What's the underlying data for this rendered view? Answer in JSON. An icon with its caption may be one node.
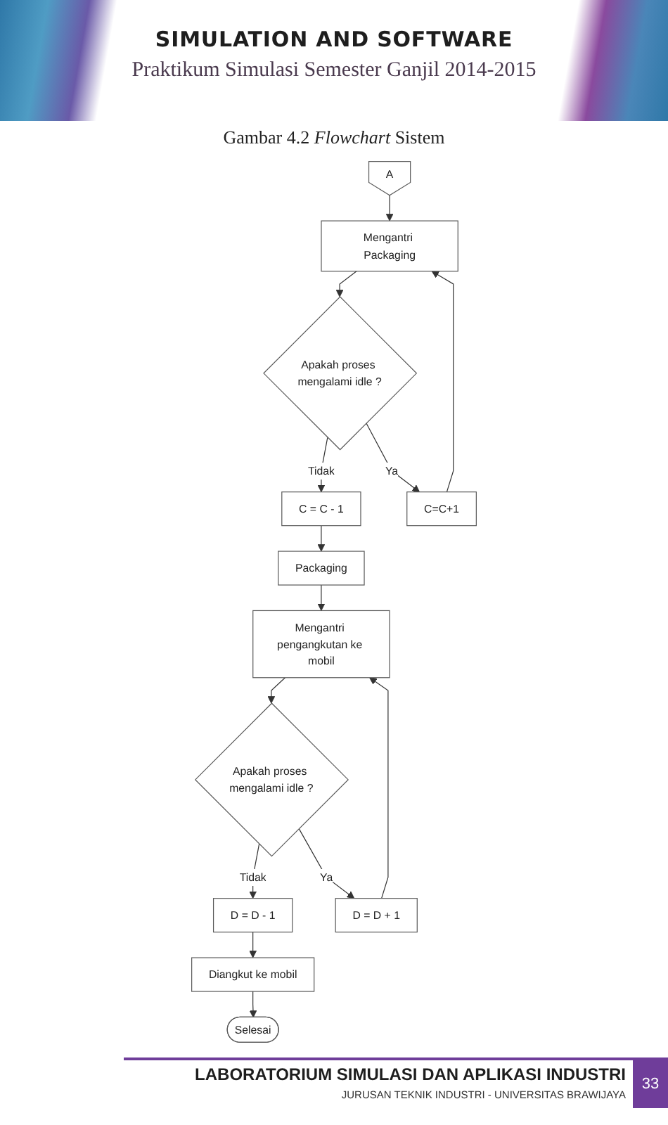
{
  "diagram": {
    "title": "Gambar 4.2 *Flowchart* Sistem",
    "nodes": [
      {
        "text": [
          "A"
        ]
      },
      {
        "text": [
          "Mengantri Packaging"
        ]
      },
      {
        "text": [
          "Apakah proses mengalami idle ?"
        ]
      },
      {
        "text": [
          "C=C+1"
        ]
      },
      {
        "text": [
          "C = C - 1"
        ]
      },
      {
        "text": [
          "Packaging"
        ]
      },
      {
        "text": [
          "Mengantri pengangkutan ke mobil"
        ]
      },
      {
        "text": [
          "Apakah proses mengalami idle ?"
        ]
      },
      {
        "text": [
          "D = D + 1"
        ]
      },
      {
        "text": [
          "D = D - 1"
        ]
      },
      {
        "text": [
          "Diangkut ke mobil"
        ]
      },
      {
        "text": [
          "Selesai"
        ]
      }
    ],
    "edges": [
      {
        "from": 0,
        "to": 1,
        "arrow": "to"
      },
      {
        "from": 1,
        "to": 2,
        "arrow": "to"
      },
      {
        "from": 2,
        "to": 4,
        "arrow": "to",
        "label": "Tidak"
      },
      {
        "from": 2,
        "to": 3,
        "arrow": "to",
        "label": "Ya"
      },
      {
        "from": 3,
        "to": 1,
        "arrow": "to"
      },
      {
        "from": 4,
        "to": 5,
        "arrow": "to"
      },
      {
        "from": 5,
        "to": 6,
        "arrow": "to"
      },
      {
        "from": 6,
        "to": 7,
        "arrow": "to"
      },
      {
        "from": 7,
        "to": 9,
        "arrow": "to",
        "label": "Tidak"
      },
      {
        "from": 7,
        "to": 8,
        "arrow": "to",
        "label": "Ya"
      },
      {
        "from": 8,
        "to": 6,
        "arrow": "to"
      },
      {
        "from": 9,
        "to": 10,
        "arrow": "to"
      },
      {
        "from": 10,
        "to": 11,
        "arrow": "to"
      }
    ],
    "labels": [
      "SIMULATION AND SOFTWARE",
      "Praktikum Simulasi Semester Ganjil 2014-2015",
      "LABORATORIUM SIMULASI DAN APLIKASI INDUSTRI",
      "JURUSAN TEKNIK INDUSTRI - UNIVERSITAS BRAWIJAYA",
      "33"
    ]
  }
}
